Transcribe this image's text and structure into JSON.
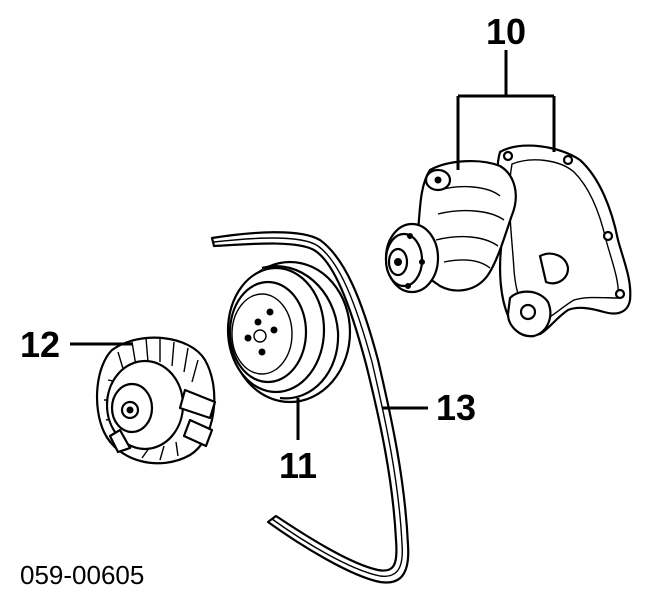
{
  "callouts": {
    "water_pump": "10",
    "pulley": "11",
    "fan_clutch": "12",
    "v_belt": "13"
  },
  "reference_code": "059-00605"
}
